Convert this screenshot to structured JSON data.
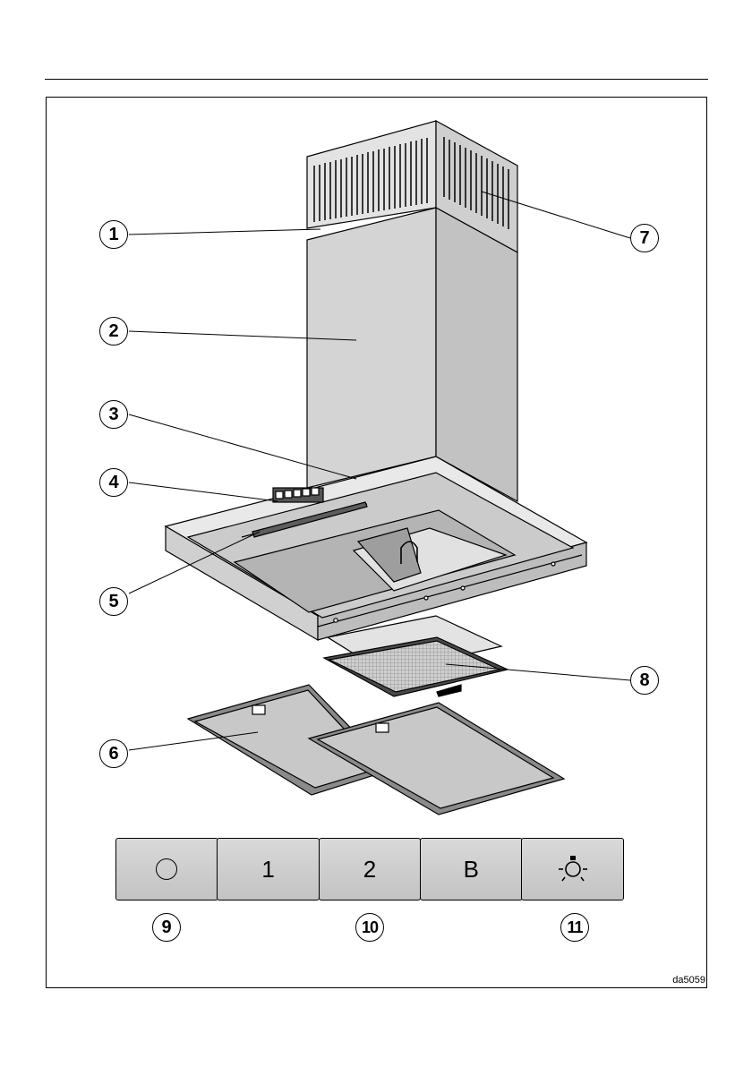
{
  "callouts": {
    "c1": "1",
    "c2": "2",
    "c3": "3",
    "c4": "4",
    "c5": "5",
    "c6": "6",
    "c7": "7",
    "c8": "8",
    "c9": "9",
    "c10": "10",
    "c11": "11"
  },
  "control_panel": {
    "off_icon": "circle-off-icon",
    "speed1": "1",
    "speed2": "2",
    "boost": "B",
    "light_icon": "light-bulb-icon"
  },
  "figure_code": "da5059"
}
